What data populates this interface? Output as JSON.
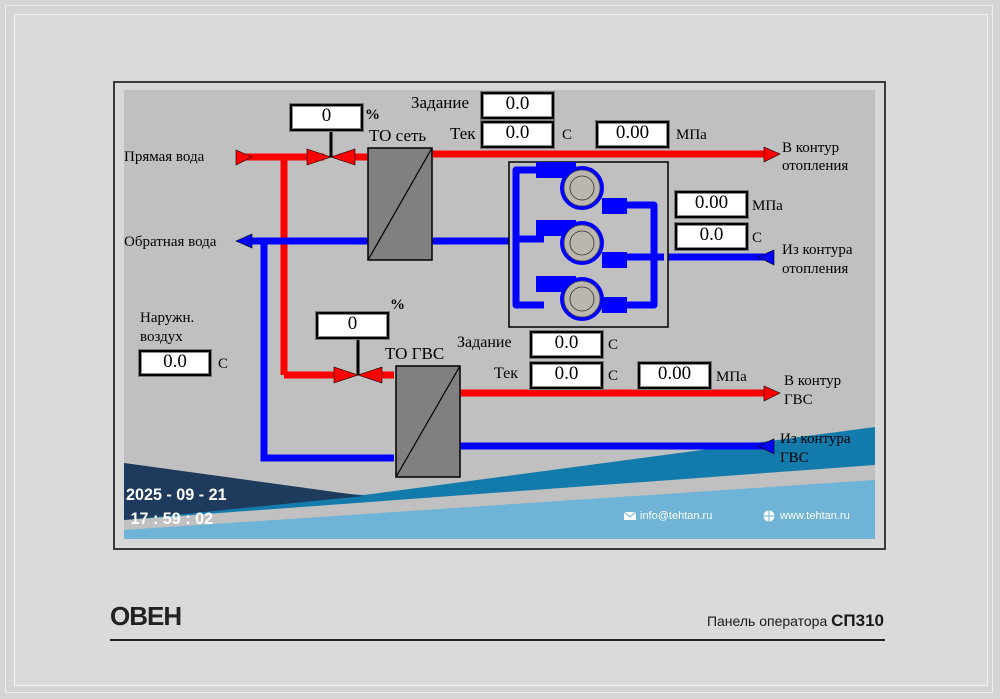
{
  "device": {
    "brand": "ОВЕН",
    "panel_label": "Панель оператора",
    "panel_model": "СП310"
  },
  "colors": {
    "supply_pipe": "#ff0000",
    "return_pipe": "#0000ff",
    "exchanger": "#808080",
    "screen_bg": "#c0c0c0",
    "footer_dark": "#1e3a5c",
    "footer_mid": "#137bab",
    "footer_light": "#6fb3d6"
  },
  "labels": {
    "supply_water": "Прямая вода",
    "return_water": "Обратная вода",
    "to_heating": [
      "В контур",
      "отопления"
    ],
    "from_heating": [
      "Из контура",
      "отопления"
    ],
    "to_dhw": [
      "В контур",
      "ГВС"
    ],
    "from_dhw": [
      "Из контура",
      "ГВС"
    ],
    "outdoor_air": [
      "Наружн.",
      "воздух"
    ],
    "hx_network": "ТО сеть",
    "hx_dhw": "ТО ГВС"
  },
  "heating": {
    "valve_percent": "0",
    "valve_unit": "%",
    "setpoint_label": "Задание",
    "setpoint_value": "0.0",
    "current_label": "Тек",
    "current_value": "0.0",
    "temp_unit": "С",
    "supply_pressure": "0.00",
    "pressure_unit": "МПа",
    "return_pressure": "0.00",
    "return_temp": "0.0"
  },
  "dhw": {
    "valve_percent": "0",
    "valve_unit": "%",
    "setpoint_label": "Задание",
    "setpoint_value": "0.0",
    "current_label": "Тек",
    "current_value": "0.0",
    "temp_unit": "С",
    "pressure": "0.00",
    "pressure_unit": "МПа"
  },
  "outdoor": {
    "temp_value": "0.0",
    "temp_unit": "С"
  },
  "pumps": [
    {
      "name": "pump-1"
    },
    {
      "name": "pump-2"
    },
    {
      "name": "pump-3"
    }
  ],
  "footer": {
    "date": "2025 - 09 - 21",
    "time": " 17 : 59 : 02",
    "email": "info@tehtan.ru",
    "website": "www.tehtan.ru"
  }
}
